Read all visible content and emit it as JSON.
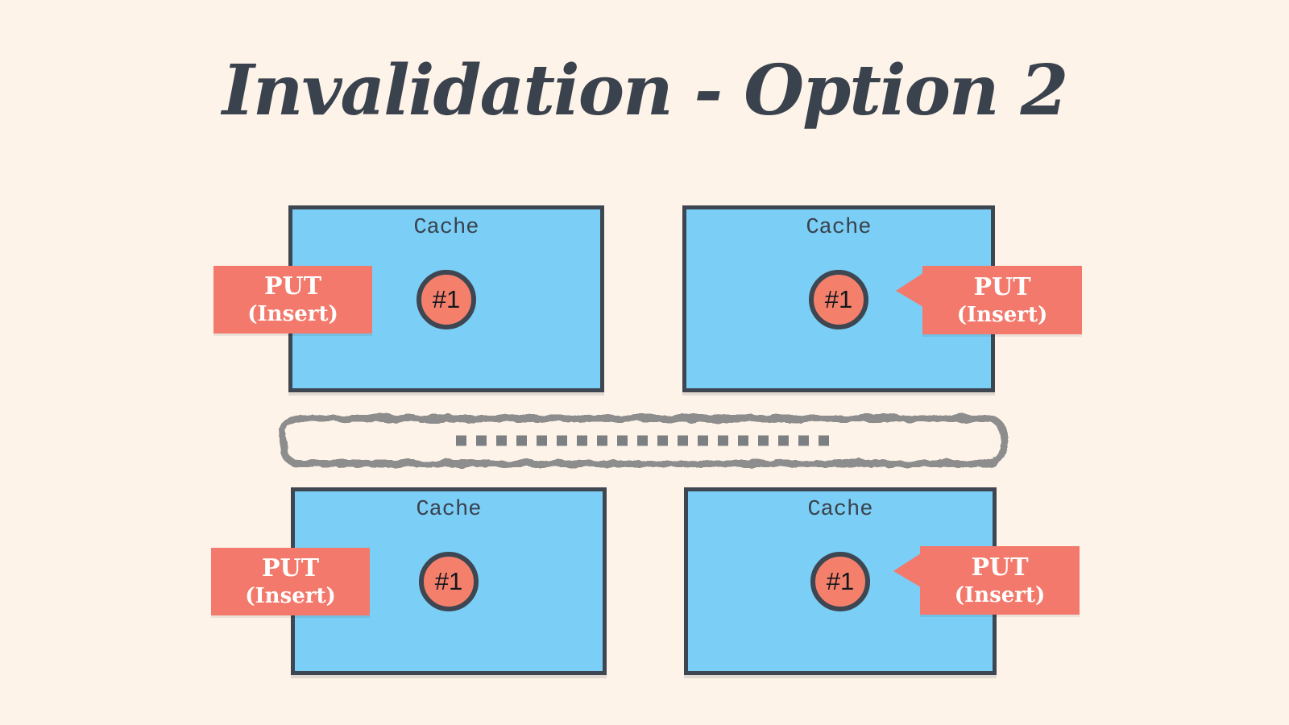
{
  "title": "Invalidation - Option 2",
  "caches": [
    {
      "name": "cache-top-left",
      "label": "Cache",
      "entry": "#1"
    },
    {
      "name": "cache-top-right",
      "label": "Cache",
      "entry": "#1"
    },
    {
      "name": "cache-bottom-left",
      "label": "Cache",
      "entry": "#1"
    },
    {
      "name": "cache-bottom-right",
      "label": "Cache",
      "entry": "#1"
    }
  ],
  "put_labels": [
    {
      "position": "left-top",
      "line1": "PUT",
      "line2": "(Insert)",
      "has_tail": false
    },
    {
      "position": "right-top",
      "line1": "PUT",
      "line2": "(Insert)",
      "has_tail": true
    },
    {
      "position": "left-bottom",
      "line1": "PUT",
      "line2": "(Insert)",
      "has_tail": false
    },
    {
      "position": "right-bottom",
      "line1": "PUT",
      "line2": "(Insert)",
      "has_tail": true
    }
  ],
  "bus": {
    "style": "sketchy rounded pipe with dotted message line",
    "dotted_line": "thick gray square dashes between the two connectors"
  },
  "colors": {
    "background": "#fdf3e9",
    "box_fill": "#7bcef5",
    "box_border": "#3d4651",
    "accent_salmon": "#f2796b",
    "circle_fill": "#f4806c",
    "bus_border": "#8d8d8d",
    "dots": "#7d8083",
    "connector": "#161616",
    "title_text": "#3a424d",
    "put_text": "#ffffff"
  }
}
